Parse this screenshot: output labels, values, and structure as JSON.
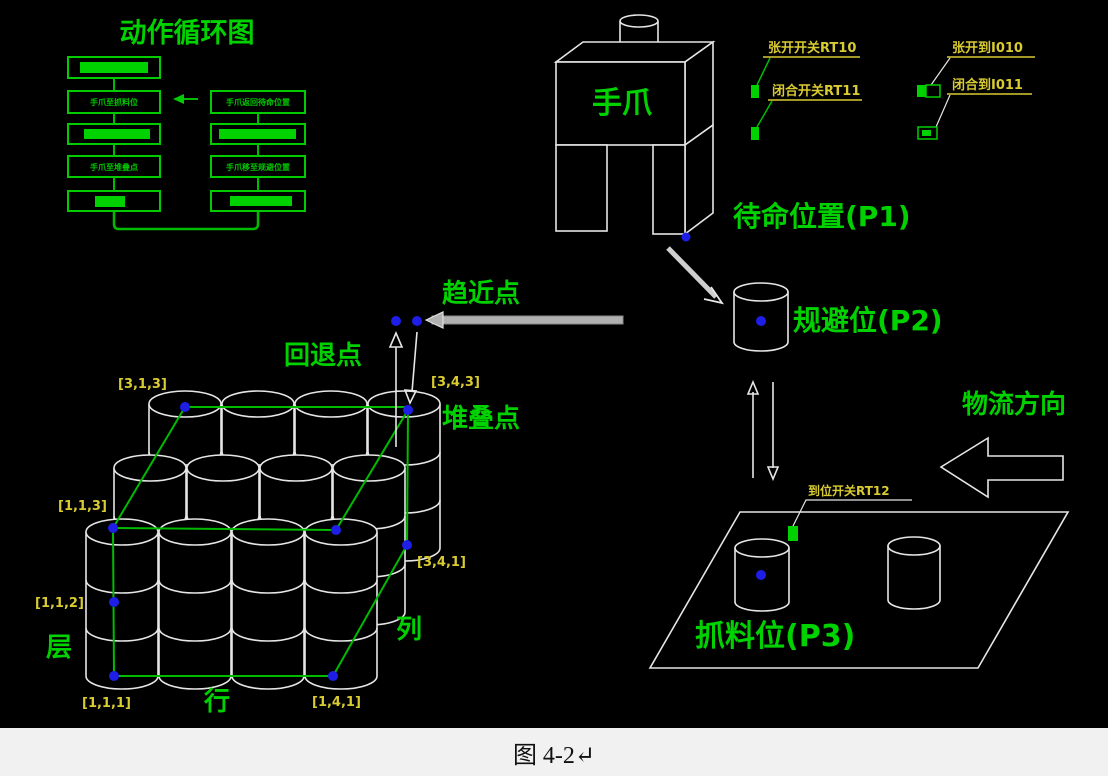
{
  "caption": {
    "text": "图 4-2↵"
  },
  "flowchart": {
    "title": "动作循环图",
    "left_column": [
      {
        "kind": "bar",
        "label": ""
      },
      {
        "kind": "text",
        "label": "手爪至抓料位"
      },
      {
        "kind": "bar",
        "label": ""
      },
      {
        "kind": "text",
        "label": "手爪至堆叠点"
      },
      {
        "kind": "bar",
        "label": ""
      }
    ],
    "right_column": [
      {
        "kind": "text",
        "label": "手爪返回待命位置"
      },
      {
        "kind": "bar",
        "label": ""
      },
      {
        "kind": "text",
        "label": "手爪移至规避位置"
      },
      {
        "kind": "bar",
        "label": ""
      }
    ]
  },
  "gripper": {
    "label": "手爪"
  },
  "positions": {
    "standby": "待命位置(P1)",
    "avoid": "规避位(P2)",
    "pick": "抓料位(P3)"
  },
  "points": {
    "approach": "趋近点",
    "retreat": "回退点",
    "stack": "堆叠点"
  },
  "axes": {
    "layer": "层",
    "row": "行",
    "column": "列"
  },
  "flow": {
    "logistics": "物流方向"
  },
  "switches": {
    "open_switch": "张开开关RT10",
    "close_switch": "闭合开关RT11",
    "open_limit": "张开到I010",
    "close_limit": "闭合到I011",
    "inplace_switch": "到位开关RT12"
  },
  "grid_coords": {
    "c313": "[3,1,3]",
    "c343": "[3,4,3]",
    "c341": "[3,4,1]",
    "c113": "[1,1,3]",
    "c112": "[1,1,2]",
    "c111": "[1,1,1]",
    "c141": "[1,4,1]"
  },
  "colors": {
    "cad_green": "#00d200",
    "cad_yellow": "#d9cb32",
    "marker_blue": "#1e1ee6",
    "line_white": "#e6e6e6",
    "conveyor_gray": "#b0b0b0",
    "background": "#000000",
    "caption_bg": "#f1f1f1"
  }
}
